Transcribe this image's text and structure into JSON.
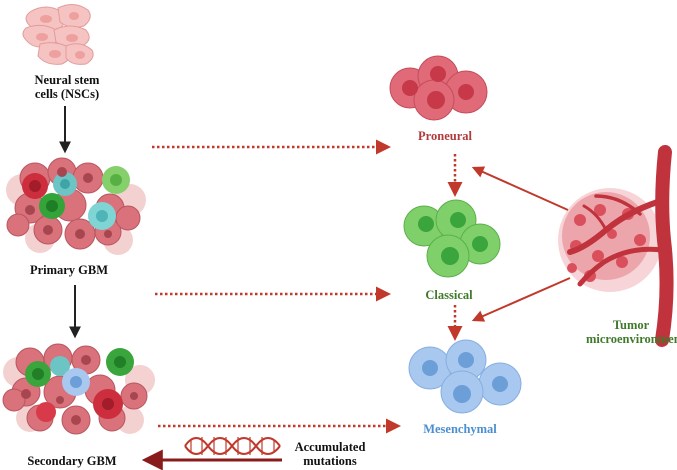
{
  "labels": {
    "nsc_line1": "Neural stem",
    "nsc_line2": "cells (NSCs)",
    "primary": "Primary GBM",
    "secondary": "Secondary GBM",
    "proneural": "Proneural",
    "classical": "Classical",
    "mesenchymal": "Mesenchymal",
    "tumor_line1": "Tumor",
    "tumor_line2": "microenvironment",
    "mut_line1": "Accumulated",
    "mut_line2": "mutations"
  },
  "colors": {
    "black_arrow": "#222222",
    "red_arrow": "#c0392b",
    "proneural_cell": "#e06a78",
    "classical_cell": "#7fd06a",
    "mesenchymal_cell": "#a9c8ef",
    "vessel": "#c0323c",
    "dna": "#c0392b"
  },
  "icons": {
    "nsc": "stem-cell-cluster-icon",
    "primary": "tumor-cluster-icon",
    "secondary": "tumor-cluster-icon",
    "vessel": "blood-vessel-icon",
    "dna": "dna-helix-icon"
  }
}
